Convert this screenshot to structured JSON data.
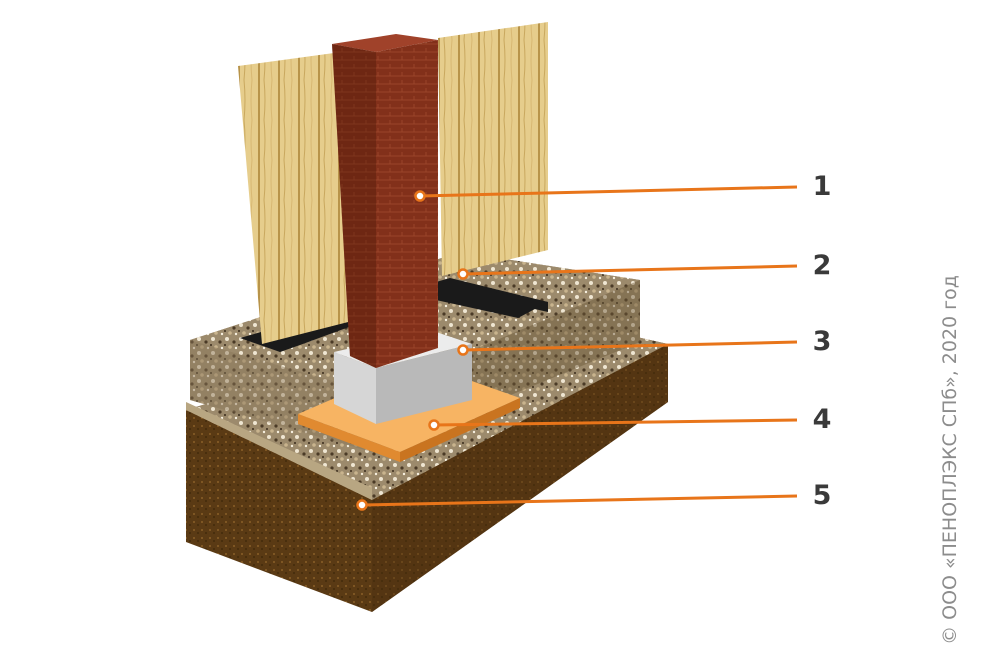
{
  "callouts": [
    {
      "label": "1"
    },
    {
      "label": "2"
    },
    {
      "label": "3"
    },
    {
      "label": "4"
    },
    {
      "label": "5"
    }
  ],
  "copyright": "© ООО «ПЕНОПЛЭКС СПб», 2020 год",
  "colors": {
    "accent": "#e8751a",
    "label_text": "#3a3a3a",
    "brick": "#7a2a16",
    "insulation": "#f4a64a",
    "concrete": "#d6d6d6",
    "wood": "#e6cd8c",
    "gravel": "#8a7558",
    "soil": "#5a3a14",
    "waterproofing": "#1a1a1a"
  }
}
